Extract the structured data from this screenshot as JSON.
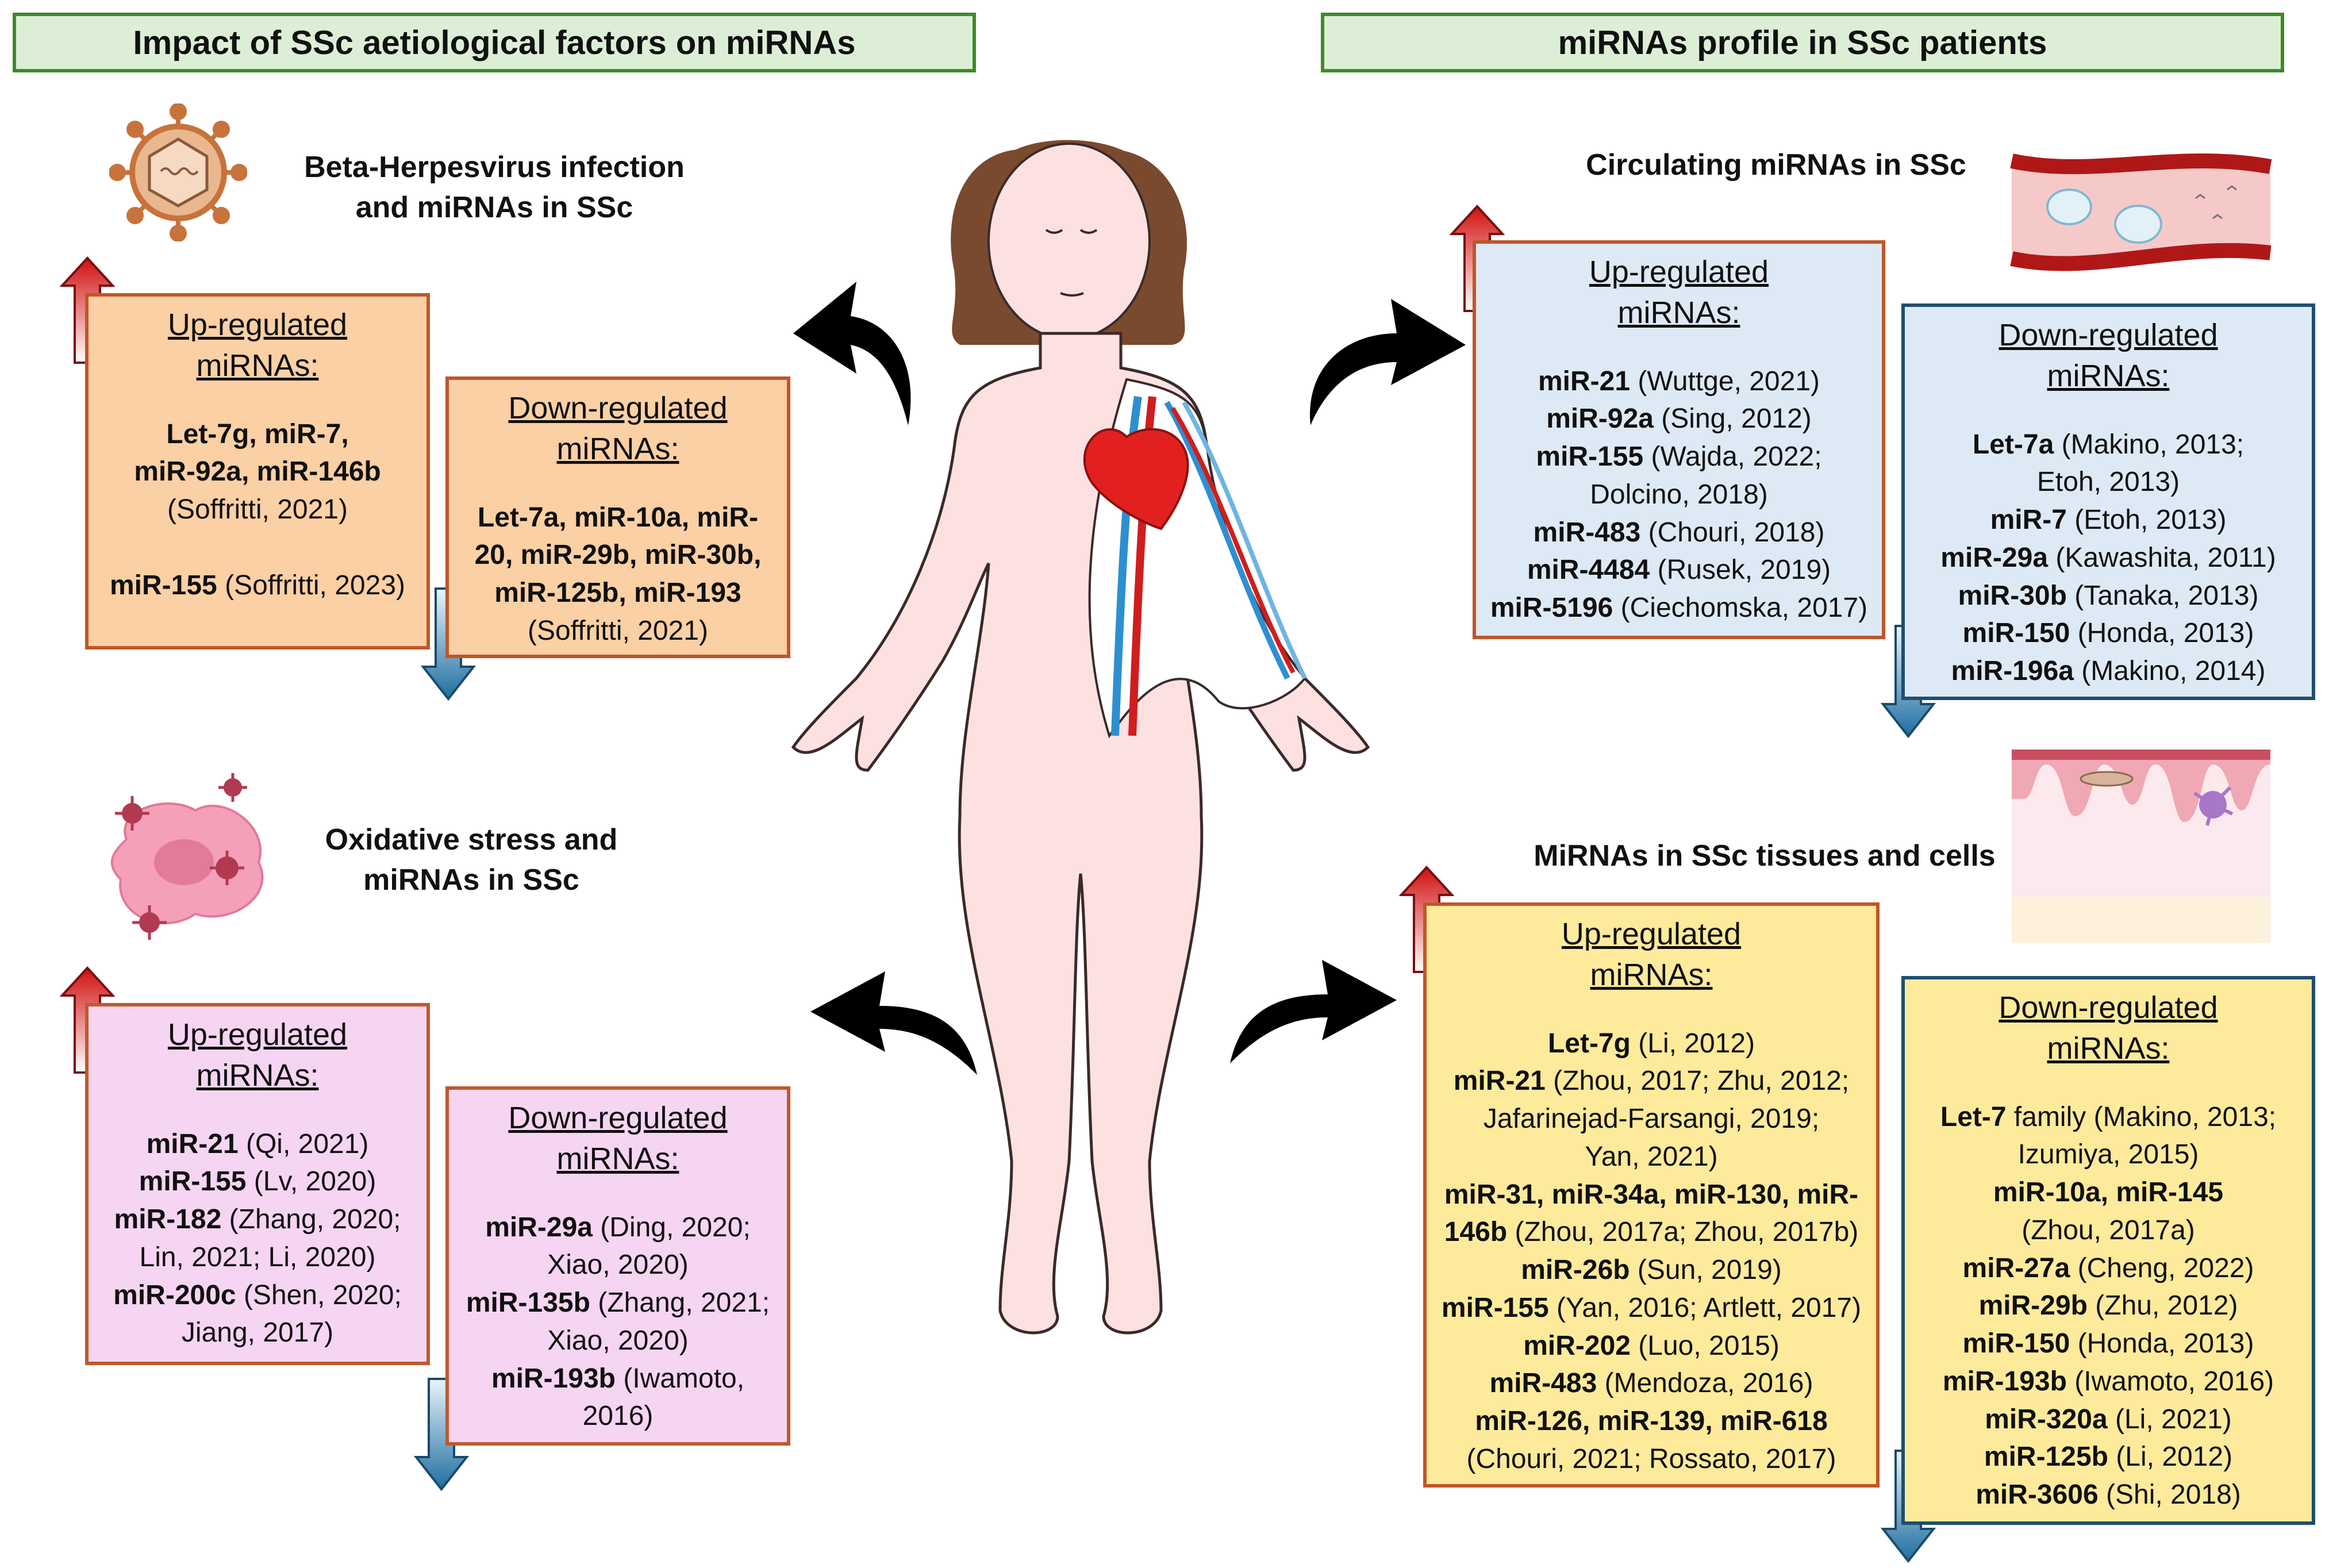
{
  "headers": {
    "left": "Impact of SSc aetiological factors on miRNAs",
    "right": "miRNAs profile in SSc patients"
  },
  "sections": {
    "herpes": "Beta-Herpesvirus infection\nand miRNAs in SSc",
    "oxidative": "Oxidative stress and\nmiRNAs in SSc",
    "circulating": "Circulating miRNAs in SSc",
    "tissues": "MiRNAs in SSc tissues and cells"
  },
  "box_heads": {
    "up": "Up-regulated\nmiRNAs:",
    "down": "Down-regulated\nmiRNAs:"
  },
  "boxes": {
    "herpes_up": [
      [
        {
          "b": "Let-7g, miR-7,"
        }
      ],
      [
        {
          "b": "miR-92a, miR-146b"
        }
      ],
      [
        {
          "t": "(Soffritti, 2021)"
        }
      ],
      [],
      [
        {
          "b": "miR-155"
        },
        {
          "t": " (Soffritti, 2023)"
        }
      ]
    ],
    "herpes_down": [
      [
        {
          "b": "Let-7a, miR-10a, miR-"
        }
      ],
      [
        {
          "b": "20, miR-29b, miR-30b,"
        }
      ],
      [
        {
          "b": "miR-125b, miR-193"
        }
      ],
      [
        {
          "t": "(Soffritti, 2021)"
        }
      ]
    ],
    "oxi_up": [
      [
        {
          "b": "miR-21"
        },
        {
          "t": " (Qi, 2021)"
        }
      ],
      [
        {
          "b": "miR-155"
        },
        {
          "t": " (Lv, 2020)"
        }
      ],
      [
        {
          "b": "miR-182"
        },
        {
          "t": " (Zhang, 2020;"
        }
      ],
      [
        {
          "t": "Lin, 2021; Li, 2020)"
        }
      ],
      [
        {
          "b": "miR-200c"
        },
        {
          "t": " (Shen, 2020;"
        }
      ],
      [
        {
          "t": "Jiang, 2017)"
        }
      ]
    ],
    "oxi_down": [
      [
        {
          "b": "miR-29a"
        },
        {
          "t": " (Ding, 2020;"
        }
      ],
      [
        {
          "t": "Xiao, 2020)"
        }
      ],
      [
        {
          "b": "miR-135b"
        },
        {
          "t": " (Zhang, 2021;"
        }
      ],
      [
        {
          "t": "Xiao, 2020)"
        }
      ],
      [
        {
          "b": "miR-193b"
        },
        {
          "t": " (Iwamoto,"
        }
      ],
      [
        {
          "t": "2016)"
        }
      ]
    ],
    "circ_up": [
      [
        {
          "b": "miR-21"
        },
        {
          "t": " (Wuttge, 2021)"
        }
      ],
      [
        {
          "b": "miR-92a"
        },
        {
          "t": " (Sing, 2012)"
        }
      ],
      [
        {
          "b": "miR-155"
        },
        {
          "t": " (Wajda, 2022;"
        }
      ],
      [
        {
          "t": "Dolcino, 2018)"
        }
      ],
      [
        {
          "b": "miR-483"
        },
        {
          "t": " (Chouri, 2018)"
        }
      ],
      [
        {
          "b": "miR-4484"
        },
        {
          "t": " (Rusek, 2019)"
        }
      ],
      [
        {
          "b": "miR-5196"
        },
        {
          "t": " (Ciechomska, 2017)"
        }
      ]
    ],
    "circ_down": [
      [
        {
          "b": "Let-7a"
        },
        {
          "t": " (Makino, 2013;"
        }
      ],
      [
        {
          "t": "Etoh, 2013)"
        }
      ],
      [
        {
          "b": "miR-7"
        },
        {
          "t": " (Etoh, 2013)"
        }
      ],
      [
        {
          "b": "miR-29a"
        },
        {
          "t": " (Kawashita, 2011)"
        }
      ],
      [
        {
          "b": "miR-30b"
        },
        {
          "t": " (Tanaka, 2013)"
        }
      ],
      [
        {
          "b": "miR-150"
        },
        {
          "t": " (Honda, 2013)"
        }
      ],
      [
        {
          "b": "miR-196a"
        },
        {
          "t": " (Makino, 2014)"
        }
      ]
    ],
    "tis_up": [
      [
        {
          "b": "Let-7g"
        },
        {
          "t": " (Li, 2012)"
        }
      ],
      [
        {
          "b": "miR-21"
        },
        {
          "t": " (Zhou, 2017; Zhu, 2012;"
        }
      ],
      [
        {
          "t": "Jafarinejad-Farsangi, 2019;"
        }
      ],
      [
        {
          "t": "Yan, 2021)"
        }
      ],
      [
        {
          "b": "miR-31, miR-34a, miR-130, miR-"
        }
      ],
      [
        {
          "b": "146b"
        },
        {
          "t": " (Zhou, 2017a; Zhou, 2017b)"
        }
      ],
      [
        {
          "b": "miR-26b"
        },
        {
          "t": " (Sun, 2019)"
        }
      ],
      [
        {
          "b": "miR-155"
        },
        {
          "t": " (Yan, 2016; Artlett, 2017)"
        }
      ],
      [
        {
          "b": "miR-202"
        },
        {
          "t": " (Luo, 2015)"
        }
      ],
      [
        {
          "b": "miR-483"
        },
        {
          "t": " (Mendoza, 2016)"
        }
      ],
      [
        {
          "b": "miR-126, miR-139, miR-618"
        }
      ],
      [
        {
          "t": "(Chouri, 2021; Rossato, 2017)"
        }
      ]
    ],
    "tis_down": [
      [
        {
          "b": "Let-7"
        },
        {
          "t": " family (Makino, 2013;"
        }
      ],
      [
        {
          "t": "Izumiya, 2015)"
        }
      ],
      [
        {
          "b": "miR-10a, miR-145"
        }
      ],
      [
        {
          "t": "(Zhou, 2017a)"
        }
      ],
      [
        {
          "b": "miR-27a"
        },
        {
          "t": " (Cheng, 2022)"
        }
      ],
      [
        {
          "b": "miR-29b"
        },
        {
          "t": " (Zhu, 2012)"
        }
      ],
      [
        {
          "b": "miR-150"
        },
        {
          "t": " (Honda, 2013)"
        }
      ],
      [
        {
          "b": "miR-193b"
        },
        {
          "t": " (Iwamoto, 2016)"
        }
      ],
      [
        {
          "b": "miR-320a"
        },
        {
          "t": " (Li, 2021)"
        }
      ],
      [
        {
          "b": "miR-125b"
        },
        {
          "t": " (Li, 2012)"
        }
      ],
      [
        {
          "b": "miR-3606"
        },
        {
          "t": " (Shi, 2018)"
        }
      ]
    ]
  },
  "colors": {
    "header_bg": "#dcefd6",
    "header_border": "#3f8a2a",
    "orange_box": "#fbd0a4",
    "pink_box": "#f6d5f2",
    "blue_box": "#dde9f5",
    "yellow_box": "#fdea9b",
    "up_arrow": "#d41a1a",
    "down_arrow": "#2a7cb0"
  },
  "icons": [
    "virus-icon",
    "oxidative-cell-icon",
    "blood-vessel-icon",
    "skin-tissue-icon",
    "human-body-figure",
    "curved-arrow-icon",
    "up-arrow-icon",
    "down-arrow-icon"
  ]
}
